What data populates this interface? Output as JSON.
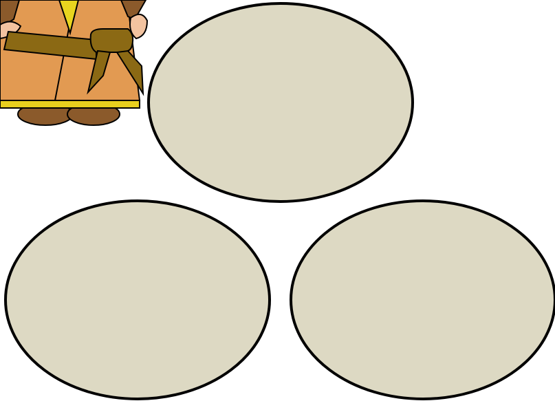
{
  "slide": {
    "background_color": "#ffffff"
  },
  "clipart": {
    "icon": "robed-figure-icon",
    "colors": {
      "robe": "#e29a52",
      "robe_trim": "#e8cf1e",
      "collar": "#e8d51f",
      "belt": "#8b6914",
      "sleeve_brown": "#8b5a2b",
      "hand_skin": "#f2c3a0",
      "feet": "#8b5a2b",
      "outline": "#000000"
    }
  },
  "ovals": {
    "fill": "#ddd9c3",
    "stroke": "#000000",
    "items": [
      {
        "id": "top",
        "text": ""
      },
      {
        "id": "bottom-left",
        "text": ""
      },
      {
        "id": "bottom-right",
        "text": ""
      }
    ]
  }
}
